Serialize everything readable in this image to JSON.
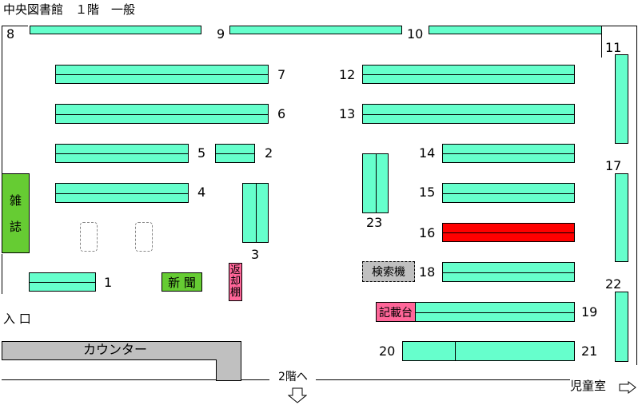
{
  "title": "中央図書館　１階　一般",
  "shelf_numbers": {
    "s1": "1",
    "s2": "2",
    "s3": "3",
    "s4": "4",
    "s5": "5",
    "s6": "6",
    "s7": "7",
    "s8": "8",
    "s9": "9",
    "s10": "10",
    "s11": "11",
    "s12": "12",
    "s13": "13",
    "s14": "14",
    "s15": "15",
    "s16": "16",
    "s17": "17",
    "s18": "18",
    "s19": "19",
    "s20": "20",
    "s21": "21",
    "s22": "22",
    "s23": "23"
  },
  "labels": {
    "magazines_1": "雑",
    "magazines_2": "誌",
    "newspapers": "新 聞",
    "return_shelf_1": "返",
    "return_shelf_2": "却",
    "return_shelf_3": "棚",
    "search_terminal": "検索機",
    "writing_desk": "記載台",
    "entrance": "入 口",
    "counter": "カウンター",
    "to_second_floor": "2階へ",
    "childrens_room": "児童室"
  },
  "highlighted_shelf": "16",
  "colors": {
    "shelf": "#66ffcc",
    "highlight": "#ff0000",
    "magazine_newspaper": "#66cc33",
    "return_desk": "#ff6699",
    "counter": "#c0c0c0",
    "search": "#c0c0c0"
  }
}
